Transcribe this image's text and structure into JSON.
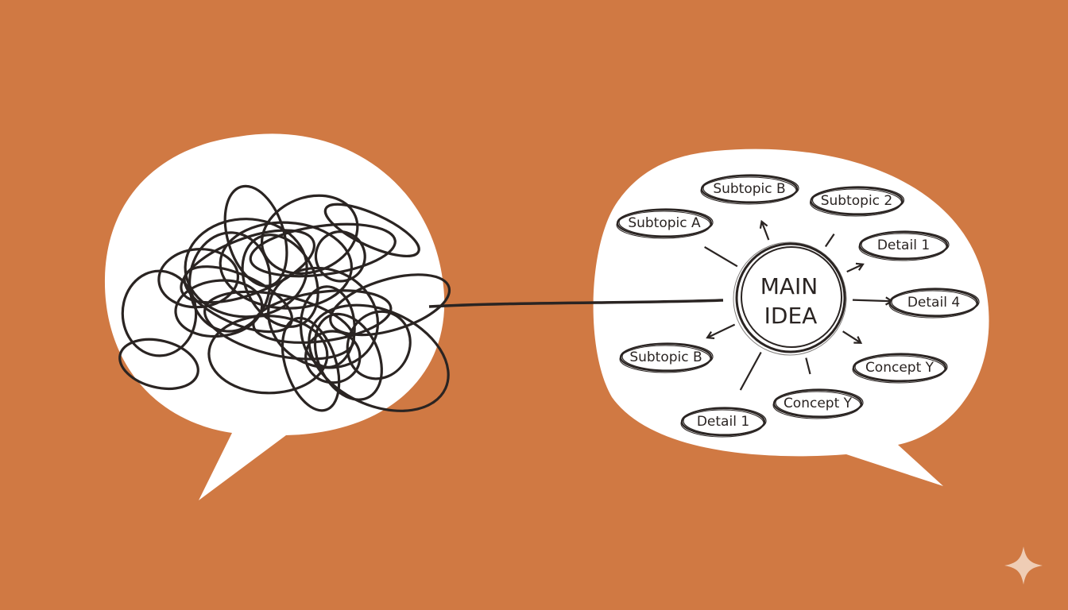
{
  "colors": {
    "background": "#D07943",
    "bubble": "#FFFFFF",
    "ink": "#2a2422"
  },
  "mind_map": {
    "main_line1": "MAIN",
    "main_line2": "IDEA",
    "nodes": [
      {
        "label": "Subtopic A",
        "arrow": false
      },
      {
        "label": "Subtopic B",
        "arrow": true
      },
      {
        "label": "Subtopic 2",
        "arrow": false
      },
      {
        "label": "Detail 1",
        "arrow": true
      },
      {
        "label": "Detail 4",
        "arrow": true
      },
      {
        "label": "Concept Y",
        "arrow": true
      },
      {
        "label": "Concept Y",
        "arrow": false
      },
      {
        "label": "Detail 1",
        "arrow": false
      },
      {
        "label": "Subtopic B",
        "arrow": true
      }
    ]
  },
  "icons": {
    "corner": "sparkle-icon",
    "left_content": "tangled-scribble"
  }
}
